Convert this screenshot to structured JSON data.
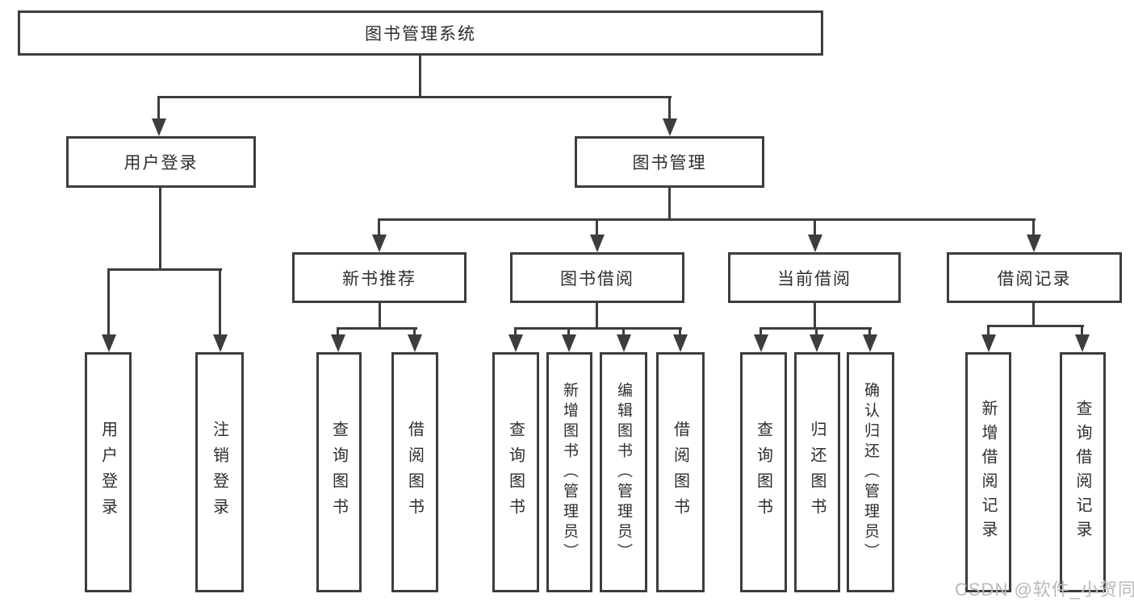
{
  "tree": {
    "root": {
      "label": "图书管理系统"
    },
    "branches": [
      {
        "label": "用户登录",
        "children": [
          {
            "label": "用户登录"
          },
          {
            "label": "注销登录"
          }
        ]
      },
      {
        "label": "图书管理",
        "children": [
          {
            "label": "新书推荐",
            "children": [
              {
                "label": "查询图书"
              },
              {
                "label": "借阅图书"
              }
            ]
          },
          {
            "label": "图书借阅",
            "children": [
              {
                "label": "查询图书"
              },
              {
                "label": "新增图书（管理员）"
              },
              {
                "label": "编辑图书（管理员）"
              },
              {
                "label": "借阅图书"
              }
            ]
          },
          {
            "label": "当前借阅",
            "children": [
              {
                "label": "查询图书"
              },
              {
                "label": "归还图书"
              },
              {
                "label": "确认归还（管理员）"
              }
            ]
          },
          {
            "label": "借阅记录",
            "children": [
              {
                "label": "新增借阅记录"
              },
              {
                "label": "查询借阅记录"
              }
            ]
          }
        ]
      }
    ]
  },
  "watermark": "CSDN @软件_小贺同学",
  "colors": {
    "line": "#3d3d3d",
    "text": "#2e2e2e",
    "watermark": "#b9b9b9",
    "background": "#ffffff"
  }
}
